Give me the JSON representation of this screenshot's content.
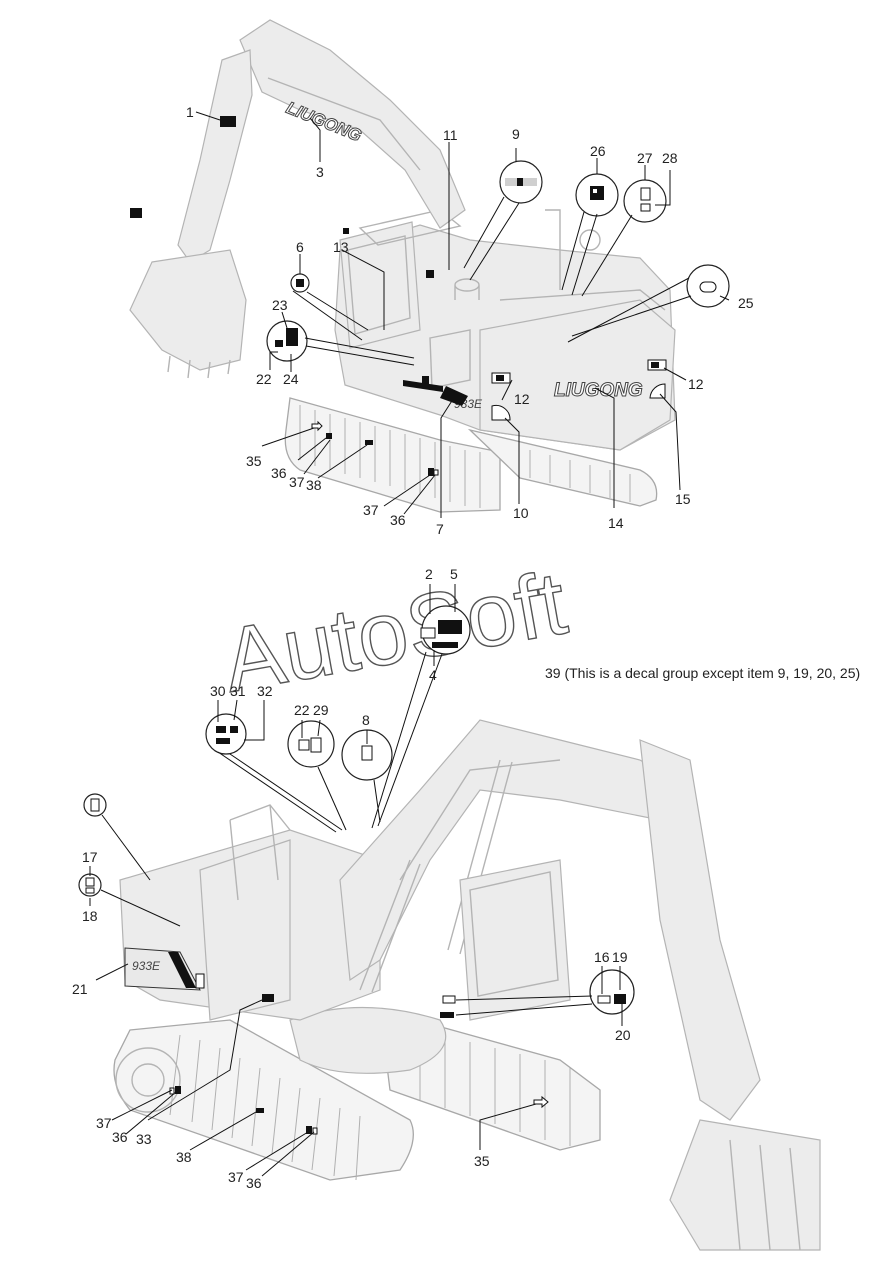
{
  "watermark": "AutoSoft",
  "note": "39 (This is a decal group except item 9, 19, 20, 25)",
  "brand_top_boom": "LIUGONG",
  "brand_top_counterweight": "LIUGONG",
  "model_top": "933E",
  "model_bottom": "933E",
  "callouts_top": [
    "1",
    "3",
    "11",
    "9",
    "26",
    "27",
    "28",
    "6",
    "13",
    "23",
    "22",
    "24",
    "25",
    "12",
    "12",
    "35",
    "36",
    "37",
    "38",
    "37",
    "36",
    "7",
    "10",
    "14",
    "15"
  ],
  "callouts_bottom": [
    "2",
    "5",
    "4",
    "30",
    "31",
    "32",
    "22",
    "29",
    "8",
    "17",
    "18",
    "21",
    "16",
    "19",
    "20",
    "33",
    "37",
    "36",
    "38",
    "37",
    "36",
    "35"
  ]
}
